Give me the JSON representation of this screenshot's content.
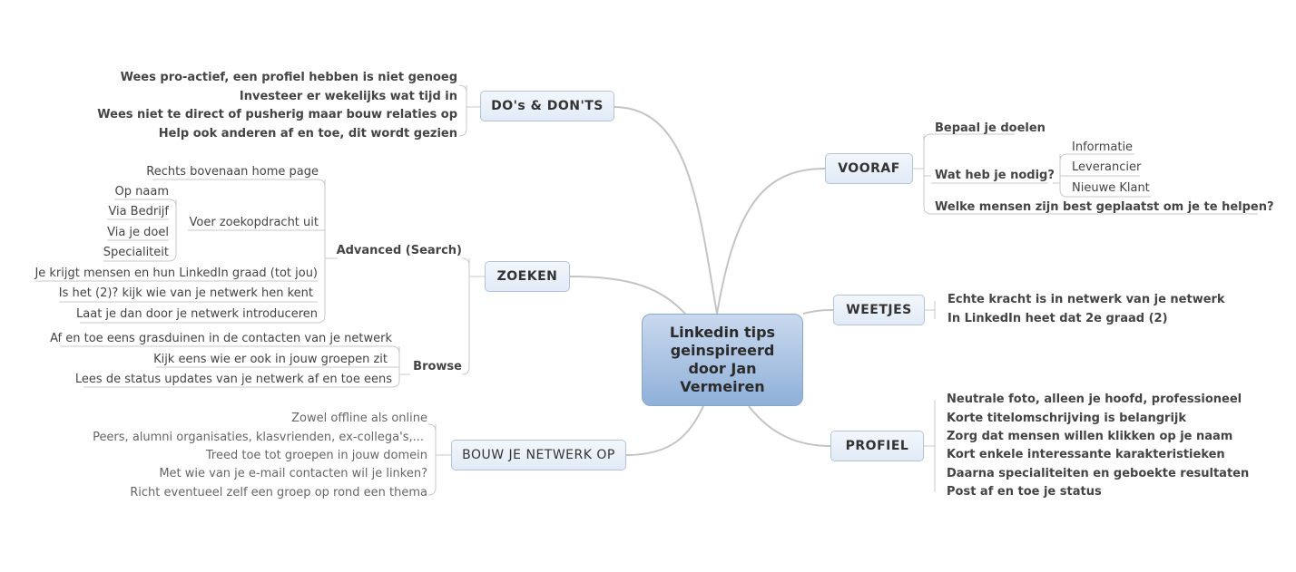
{
  "central": "Linkedin tips geinspireerd door  Jan Vermeiren",
  "vooraf": {
    "label": "VOORAF",
    "items": [
      "Bepaal je doelen",
      "Wat heb je nodig?",
      "Welke mensen zijn best geplaatst om je te helpen?"
    ],
    "nodig": [
      "Informatie",
      "Leverancier",
      "Nieuwe Klant"
    ]
  },
  "weetjes": {
    "label": "WEETJES",
    "items": [
      "Echte kracht is in netwerk van je netwerk",
      "In LinkedIn heet dat 2e graad (2)"
    ]
  },
  "profiel": {
    "label": "PROFIEL",
    "items": [
      "Neutrale foto, alleen je hoofd, professioneel",
      "Korte titelomschrijving is belangrijk",
      "Zorg dat mensen willen klikken op je naam",
      "Kort enkele interessante karakteristieken",
      "Daarna specialiteiten en geboekte resultaten",
      "Post af en toe je status"
    ]
  },
  "dos": {
    "label": "DO's & DON'TS",
    "items": [
      "Wees pro-actief, een profiel hebben is niet genoeg",
      "Investeer er wekelijks wat tijd in",
      "Wees niet te direct of pusherig maar bouw relaties op",
      "Help ook anderen af en toe, dit wordt gezien"
    ]
  },
  "zoeken": {
    "label": "ZOEKEN",
    "advanced": {
      "label": "Advanced (Search)",
      "items": [
        "Rechts bovenaan home page",
        "Voer zoekopdracht uit",
        "Je krijgt mensen en hun LinkedIn graad (tot jou)",
        "Is het (2)? kijk wie van je netwerk hen kent",
        "Laat je dan door je netwerk introduceren"
      ],
      "zoekopdracht": [
        "Op naam",
        "Via Bedrijf",
        "Via je doel",
        "Specialiteit"
      ]
    },
    "browse": {
      "label": "Browse",
      "items": [
        "Af en toe eens grasduinen in de contacten van je netwerk",
        "Kijk eens wie er ook in jouw groepen zit",
        "Lees de status updates van je netwerk af en toe eens"
      ]
    }
  },
  "bouw": {
    "label": "BOUW JE NETWERK OP",
    "items": [
      "Zowel offline als online",
      "Peers, alumni organisaties, klasvrienden, ex-collega's,...",
      "Treed toe tot groepen in jouw domein",
      "Met wie van je e-mail contacten wil je linken?",
      "Richt eventueel zelf een groep op rond een thema"
    ]
  }
}
